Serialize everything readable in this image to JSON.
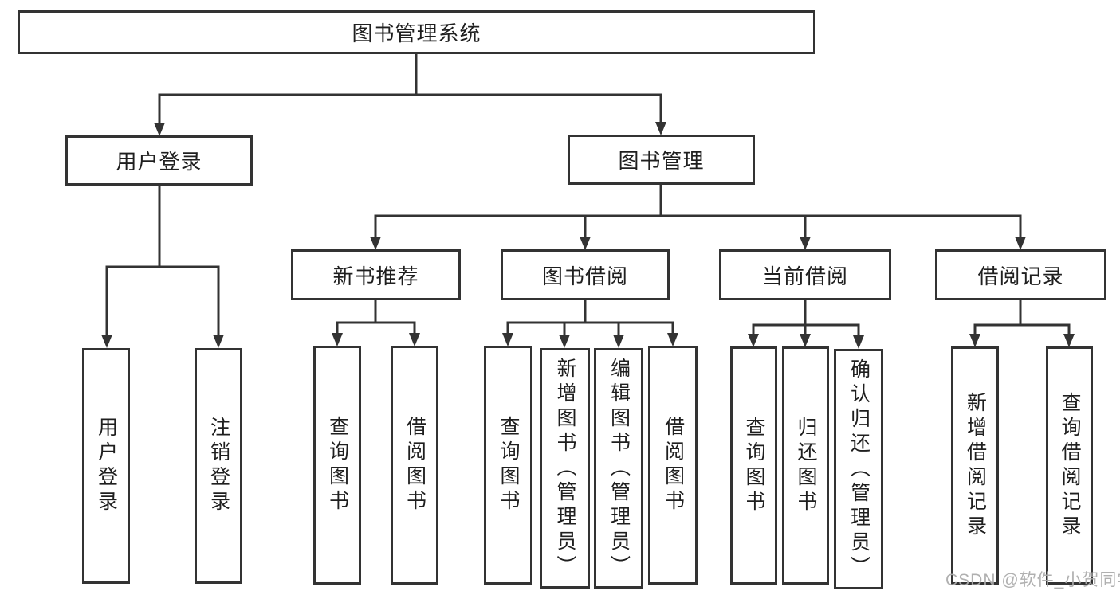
{
  "colors": {
    "line": "#333333",
    "text": "#1f1f1f",
    "watermark": "#acacac",
    "background": "#ffffff"
  },
  "tree": {
    "label": "图书管理系统",
    "children": [
      {
        "label": "用户登录",
        "children": [
          {
            "label": "用户登录"
          },
          {
            "label": "注销登录"
          }
        ]
      },
      {
        "label": "图书管理",
        "children": [
          {
            "label": "新书推荐",
            "children": [
              {
                "label": "查询图书"
              },
              {
                "label": "借阅图书"
              }
            ]
          },
          {
            "label": "图书借阅",
            "children": [
              {
                "label": "查询图书"
              },
              {
                "label": "新增图书（管理员）"
              },
              {
                "label": "编辑图书（管理员）"
              },
              {
                "label": "借阅图书"
              }
            ]
          },
          {
            "label": "当前借阅",
            "children": [
              {
                "label": "查询图书"
              },
              {
                "label": "归还图书"
              },
              {
                "label": "确认归还（管理员）"
              }
            ]
          },
          {
            "label": "借阅记录",
            "children": [
              {
                "label": "新增借阅记录"
              },
              {
                "label": "查询借阅记录"
              }
            ]
          }
        ]
      }
    ]
  },
  "watermark": {
    "text": "CSDN @软件_小贺同学"
  }
}
